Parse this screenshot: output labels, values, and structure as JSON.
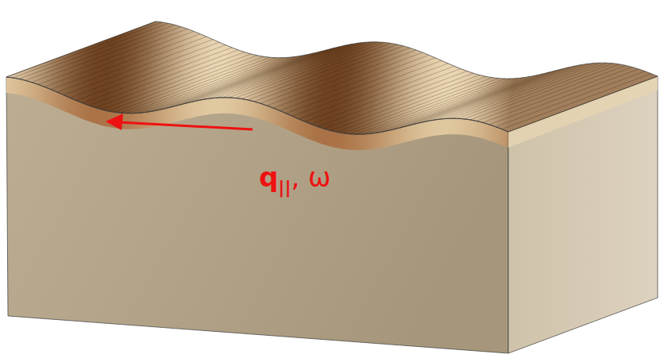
{
  "diagram": {
    "labels": [
      "q",
      "||",
      ", ω"
    ]
  }
}
